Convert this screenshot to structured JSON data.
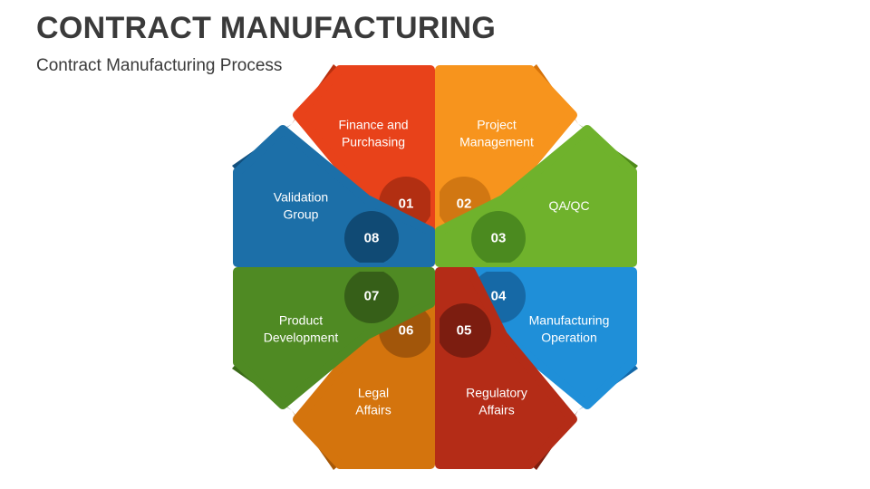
{
  "header": {
    "title": "CONTRACT MANUFACTURING",
    "subtitle": "Contract Manufacturing Process"
  },
  "segments": [
    {
      "number": "01",
      "lines": [
        "Finance and",
        "Purchasing"
      ],
      "color": "#e8421a",
      "side": "#b8300f",
      "badge": "#b22f12"
    },
    {
      "number": "02",
      "lines": [
        "Project",
        "Management"
      ],
      "color": "#f7941d",
      "side": "#d67209",
      "badge": "#d17712"
    },
    {
      "number": "03",
      "lines": [
        "QA/QC"
      ],
      "color": "#6fb22c",
      "side": "#4f8a1a",
      "badge": "#4b8a1f"
    },
    {
      "number": "04",
      "lines": [
        "Manufacturing",
        "Operation"
      ],
      "color": "#1f8fd8",
      "side": "#1468a8",
      "badge": "#1669a6"
    },
    {
      "number": "05",
      "lines": [
        "Regulatory",
        "Affairs"
      ],
      "color": "#b42c17",
      "side": "#7e1e0f",
      "badge": "#7c1d10"
    },
    {
      "number": "06",
      "lines": [
        "Legal",
        "Affairs"
      ],
      "color": "#d4740d",
      "side": "#a65808",
      "badge": "#a2560a"
    },
    {
      "number": "07",
      "lines": [
        "Product",
        "Development"
      ],
      "color": "#4f8a23",
      "side": "#3a6a18",
      "badge": "#365f18"
    },
    {
      "number": "08",
      "lines": [
        "Validation",
        "Group"
      ],
      "color": "#1c6fa8",
      "side": "#12507e",
      "badge": "#104a74"
    }
  ]
}
